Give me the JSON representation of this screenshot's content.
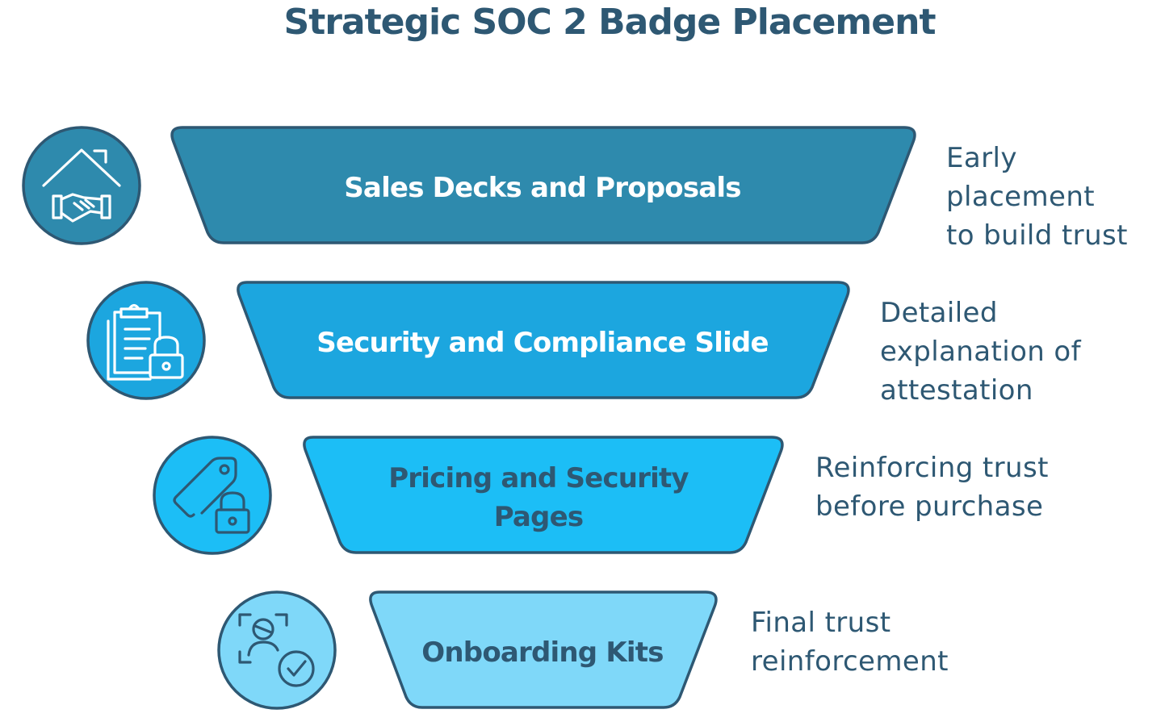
{
  "title": "Strategic SOC 2 Badge Placement",
  "stages": [
    {
      "label": "Sales Decks and Proposals",
      "description": "Early\nplacement\nto build trust",
      "icon": "house-handshake-icon",
      "fill": "#2e8aad",
      "text_color": "#ffffff"
    },
    {
      "label": "Security and Compliance Slide",
      "description": "Detailed\nexplanation of\nattestation",
      "icon": "clipboard-lock-icon",
      "fill": "#1ca6df",
      "text_color": "#ffffff"
    },
    {
      "label_lines": [
        "Pricing and Security",
        "Pages"
      ],
      "description": "Reinforcing trust\nbefore purchase",
      "icon": "price-tag-lock-icon",
      "fill": "#1cbef6",
      "text_color": "#2e5873"
    },
    {
      "label": "Onboarding Kits",
      "description": "Final trust\nreinforcement",
      "icon": "user-scan-check-icon",
      "fill": "#7fd8f9",
      "text_color": "#2e5873"
    }
  ],
  "colors": {
    "outline": "#2e5873",
    "title": "#2e5873"
  }
}
